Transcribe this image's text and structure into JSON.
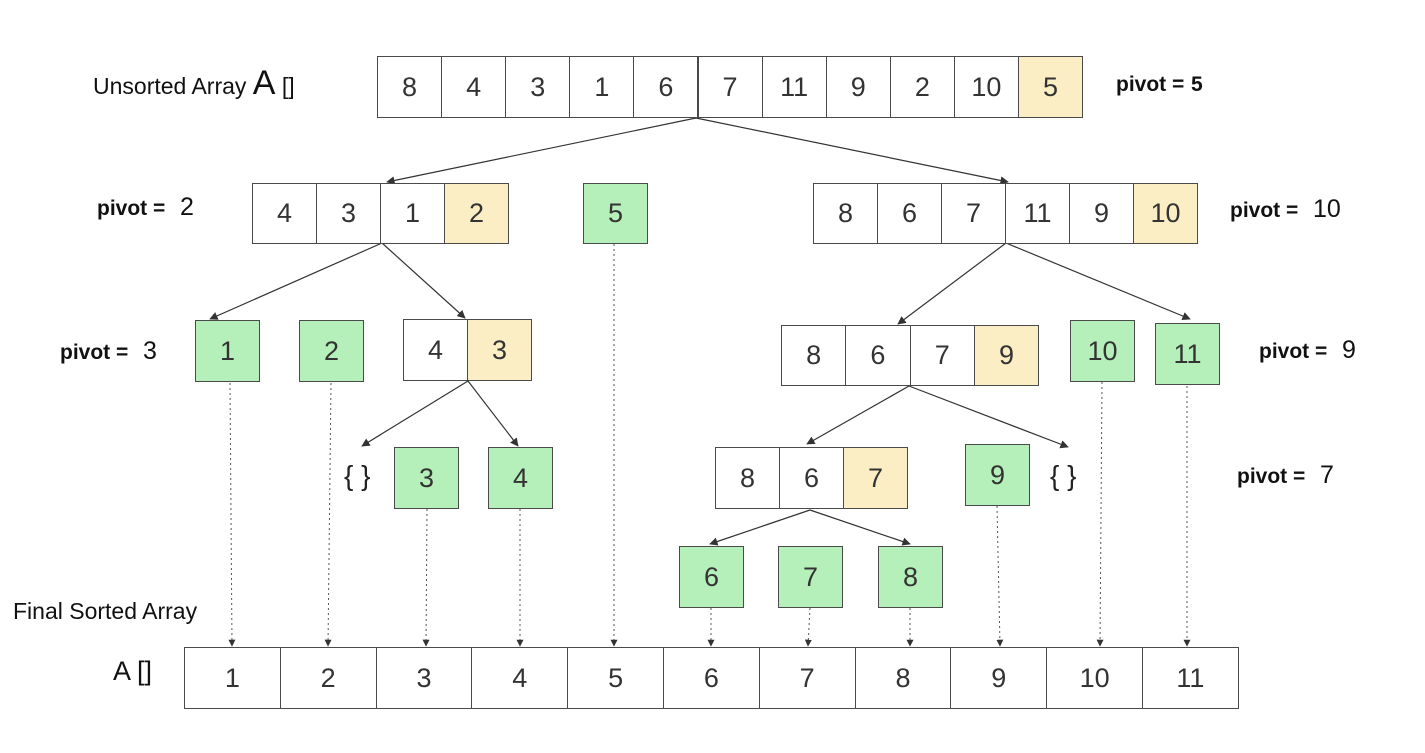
{
  "labels": {
    "unsorted": {
      "text": "Unsorted Array",
      "arr": "A",
      "brackets": "[]"
    },
    "final": {
      "text": "Final Sorted Array"
    },
    "final_arr": {
      "arr": "A",
      "brackets": "[]"
    },
    "pivot_key": "pivot ="
  },
  "pivot_values": {
    "p5": "5",
    "p2": "2",
    "p10": "10",
    "p3": "3",
    "p9": "9",
    "p7": "7"
  },
  "empty_brace": "{ }",
  "rows": {
    "unsorted": [
      "8",
      "4",
      "3",
      "1",
      "6",
      "7",
      "11",
      "9",
      "2",
      "10",
      "5"
    ],
    "left1": [
      "4",
      "3",
      "1",
      "2"
    ],
    "mid1": [
      "5"
    ],
    "right1": [
      "8",
      "6",
      "7",
      "11",
      "9",
      "10"
    ],
    "l2a": [
      "1"
    ],
    "l2b": [
      "2"
    ],
    "l2c": [
      "4",
      "3"
    ],
    "r2a": [
      "8",
      "6",
      "7",
      "9"
    ],
    "r2b": [
      "10"
    ],
    "r2c": [
      "11"
    ],
    "l3a": [
      "3"
    ],
    "l3b": [
      "4"
    ],
    "r3a": [
      "8",
      "6",
      "7"
    ],
    "r3b": [
      "9"
    ],
    "r4a": [
      "6"
    ],
    "r4b": [
      "7"
    ],
    "r4c": [
      "8"
    ],
    "sorted": [
      "1",
      "2",
      "3",
      "4",
      "5",
      "6",
      "7",
      "8",
      "9",
      "10",
      "11"
    ]
  },
  "colors": {
    "pivot": "#fbeec4",
    "placed": "#b5efb9",
    "border": "#4a4a4a",
    "line": "#333333"
  }
}
